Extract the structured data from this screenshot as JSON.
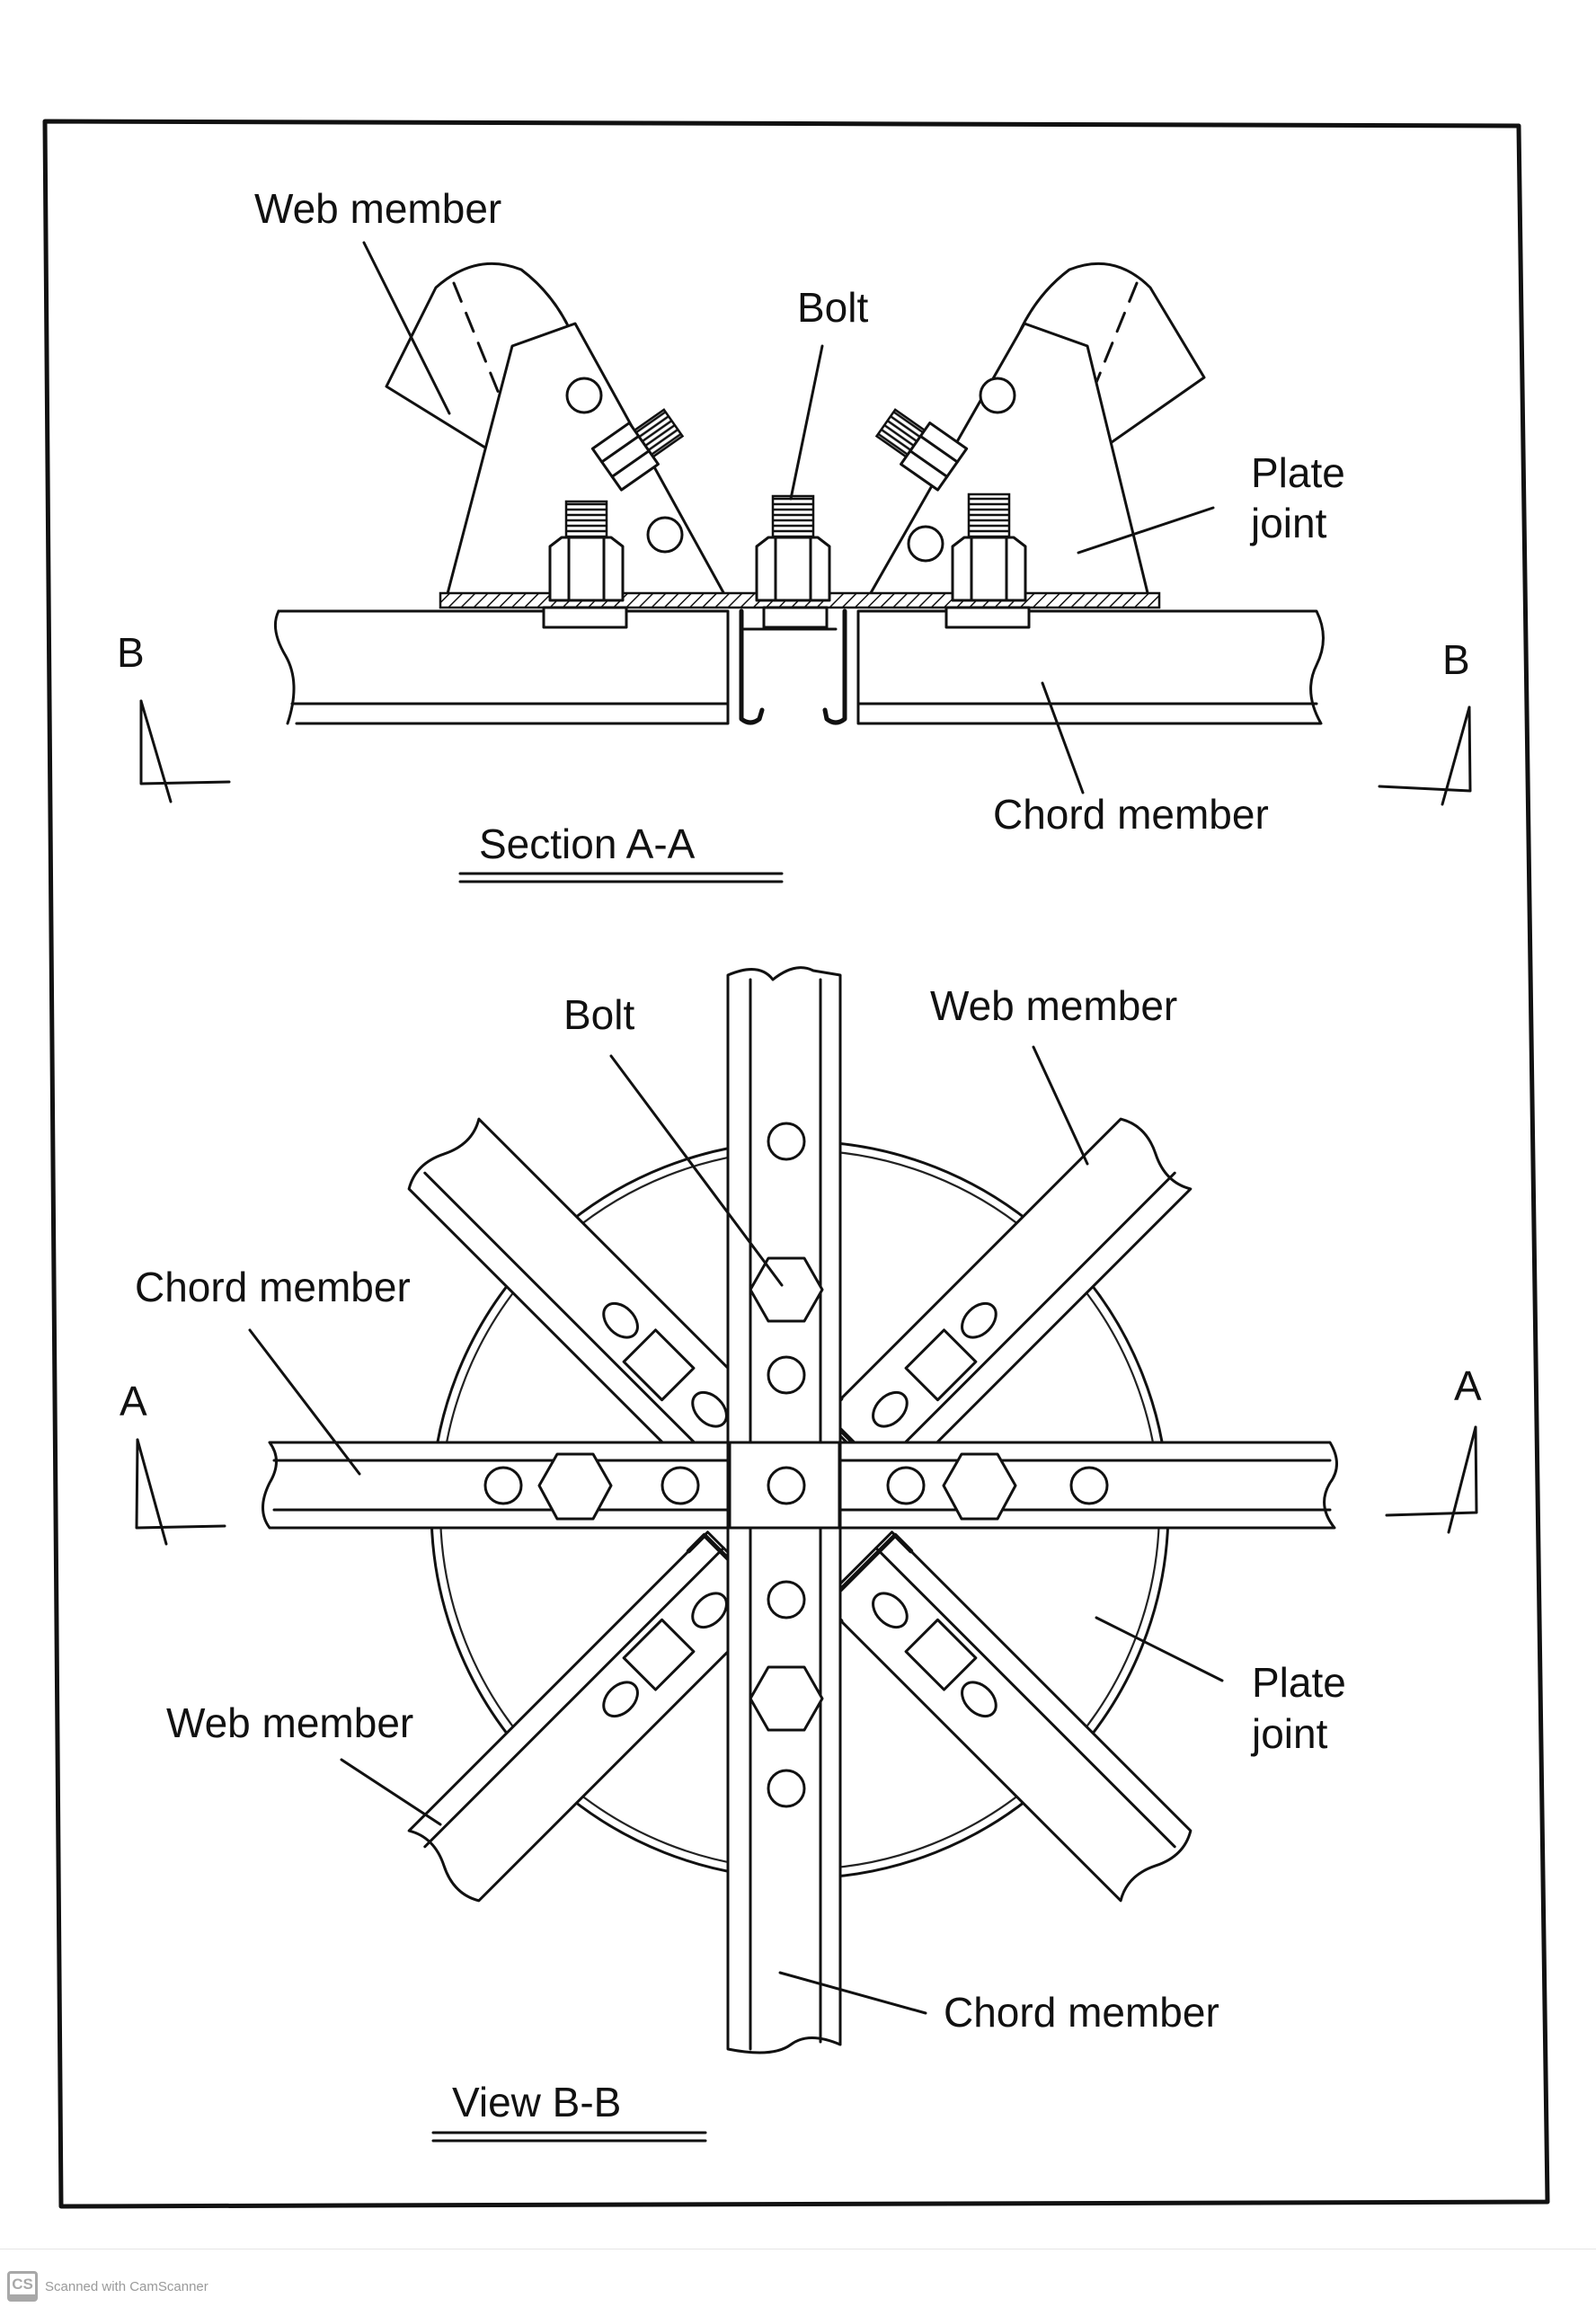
{
  "document": {
    "type": "scanned technical drawing",
    "colors": {
      "ink": "#111111",
      "paper": "#ffffff",
      "watermark": "#a8a8a8"
    }
  },
  "section_aa": {
    "caption": "Section A-A",
    "labels": {
      "web_member": "Web member",
      "bolt": "Bolt",
      "plate_joint_line1": "Plate",
      "plate_joint_line2": "joint",
      "chord_member": "Chord member"
    },
    "cut_markers": {
      "left": "B",
      "right": "B"
    }
  },
  "view_bb": {
    "caption": "View B-B",
    "labels": {
      "bolt": "Bolt",
      "web_member_top": "Web member",
      "chord_member_left": "Chord member",
      "web_member_bottom": "Web member",
      "plate_joint_line1": "Plate",
      "plate_joint_line2": "joint",
      "chord_member_bottom": "Chord member"
    },
    "cut_markers": {
      "left": "A",
      "right": "A"
    }
  },
  "footer": {
    "logo_text": "CS",
    "watermark_text": "Scanned with CamScanner"
  }
}
